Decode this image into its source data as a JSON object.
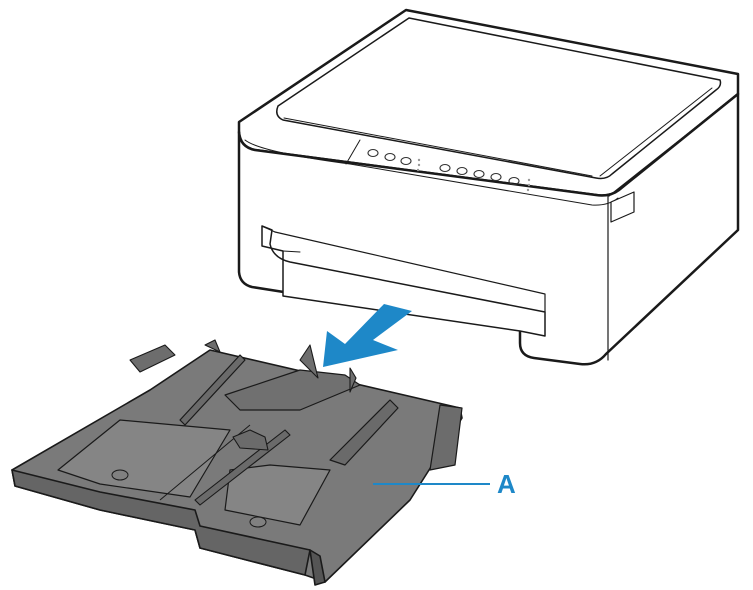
{
  "diagram": {
    "subject": "printer with paper cassette removed",
    "callouts": [
      {
        "id": "A",
        "label": "A",
        "target": "paper cassette"
      }
    ],
    "arrow": {
      "direction": "down-left",
      "meaning": "pull cassette out"
    },
    "colors": {
      "accent": "#1e88c8",
      "outline": "#1a1a1a",
      "cassette_fill": "#7a7a7a",
      "cassette_dark": "#5e5e5e",
      "printer_fill": "#ffffff"
    }
  }
}
